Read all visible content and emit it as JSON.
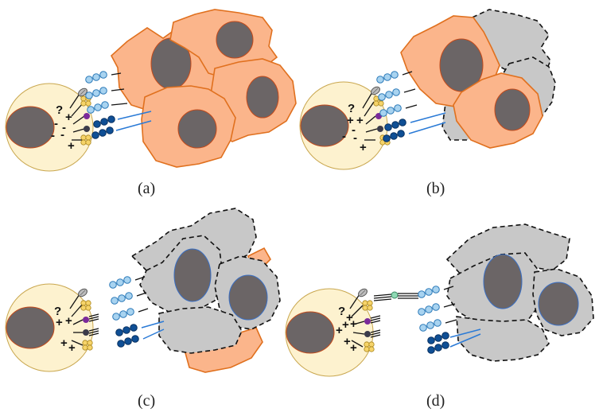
{
  "panels": [
    {
      "label": "(a)"
    },
    {
      "label": "(b)"
    },
    {
      "label": "(c)"
    },
    {
      "label": "(d)"
    }
  ],
  "colors": {
    "tumor_fill": "#fbb58b",
    "tumor_stroke": "#e0701e",
    "dead_fill": "#c8c8c8",
    "nucleus_fill": "#6b6566",
    "immune_fill": "#fdf2cf",
    "immune_stroke": "#c9a74f",
    "light_bead": "#a8d3f0",
    "light_bead_stroke": "#2b79b8",
    "dark_bead": "#0f4f95",
    "yellow_bead": "#f6d46a",
    "purple_dot": "#7b2a9a",
    "dark_dot": "#3b3b4a",
    "green_dot": "#8fd9b4"
  },
  "signs": {
    "a": [
      "?",
      "+",
      "-",
      "-",
      "-",
      "-",
      "+"
    ],
    "b": [
      "?",
      "+",
      "+",
      "-",
      "-",
      "-",
      "+"
    ],
    "c": [
      "?",
      "+",
      "+",
      "+",
      "+"
    ],
    "d": [
      "?",
      "+",
      "+",
      "+",
      "+",
      "+",
      "+"
    ]
  }
}
